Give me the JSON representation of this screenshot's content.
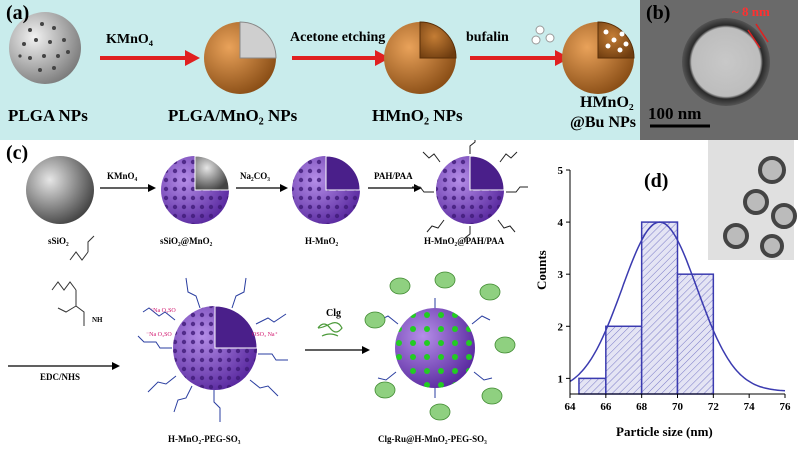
{
  "panel_a": {
    "label": "(a)",
    "steps": [
      {
        "name": "PLGA NPs"
      },
      {
        "name": "PLGA/MnO₂ NPs"
      },
      {
        "name": "HMnO₂ NPs"
      },
      {
        "name": "HMnO₂",
        "name2": "@Bu NPs"
      }
    ],
    "arrows": [
      "KMnO₄",
      "Acetone etching",
      "bufalin"
    ]
  },
  "panel_b": {
    "label": "(b)",
    "thickness_label": "~ 8 nm",
    "scale_bar": "100 nm"
  },
  "panel_c": {
    "label": "(c)",
    "top_labels": [
      "sSiO₂",
      "sSiO₂@MnO₂",
      "H-MnO₂",
      "H-MnO₂@PAH/PAA"
    ],
    "top_arrows": [
      "KMnO₄",
      "Na₂CO₃",
      "PAH/PAA"
    ],
    "reagent_arrow": "EDC/NHS",
    "clg_arrow": "Clg",
    "bottom_labels": [
      "H-MnO₂-PEG-SO₃",
      "Clg-Ru@H-MnO₂-PEG-SO₃"
    ],
    "chem_tags": [
      "⁻Na O₃SO",
      "⁻Na O₃SO",
      "OSO₃ Na⁺"
    ],
    "amine": "NH"
  },
  "panel_d": {
    "label": "(d)",
    "colors": {
      "bar_fill": "#d9d9f0",
      "bar_stroke": "#3b3bb0",
      "curve": "#3b3bb0"
    }
  },
  "chart_data": {
    "type": "bar",
    "title": "",
    "xlabel": "Particle size (nm)",
    "ylabel": "Counts",
    "bins": [
      [
        64.5,
        66
      ],
      [
        66,
        68
      ],
      [
        68,
        70
      ],
      [
        70,
        72
      ]
    ],
    "values": [
      1,
      2,
      4,
      3
    ],
    "xlim": [
      64,
      76
    ],
    "ylim": [
      0.7,
      5
    ],
    "xticks": [
      64,
      66,
      68,
      70,
      72,
      74,
      76
    ],
    "yticks": [
      1,
      2,
      3,
      4,
      5
    ],
    "fit_curve": {
      "type": "gaussian",
      "mean": 69,
      "sd": 2.1,
      "peak": 4.0,
      "baseline": 0.75
    }
  }
}
